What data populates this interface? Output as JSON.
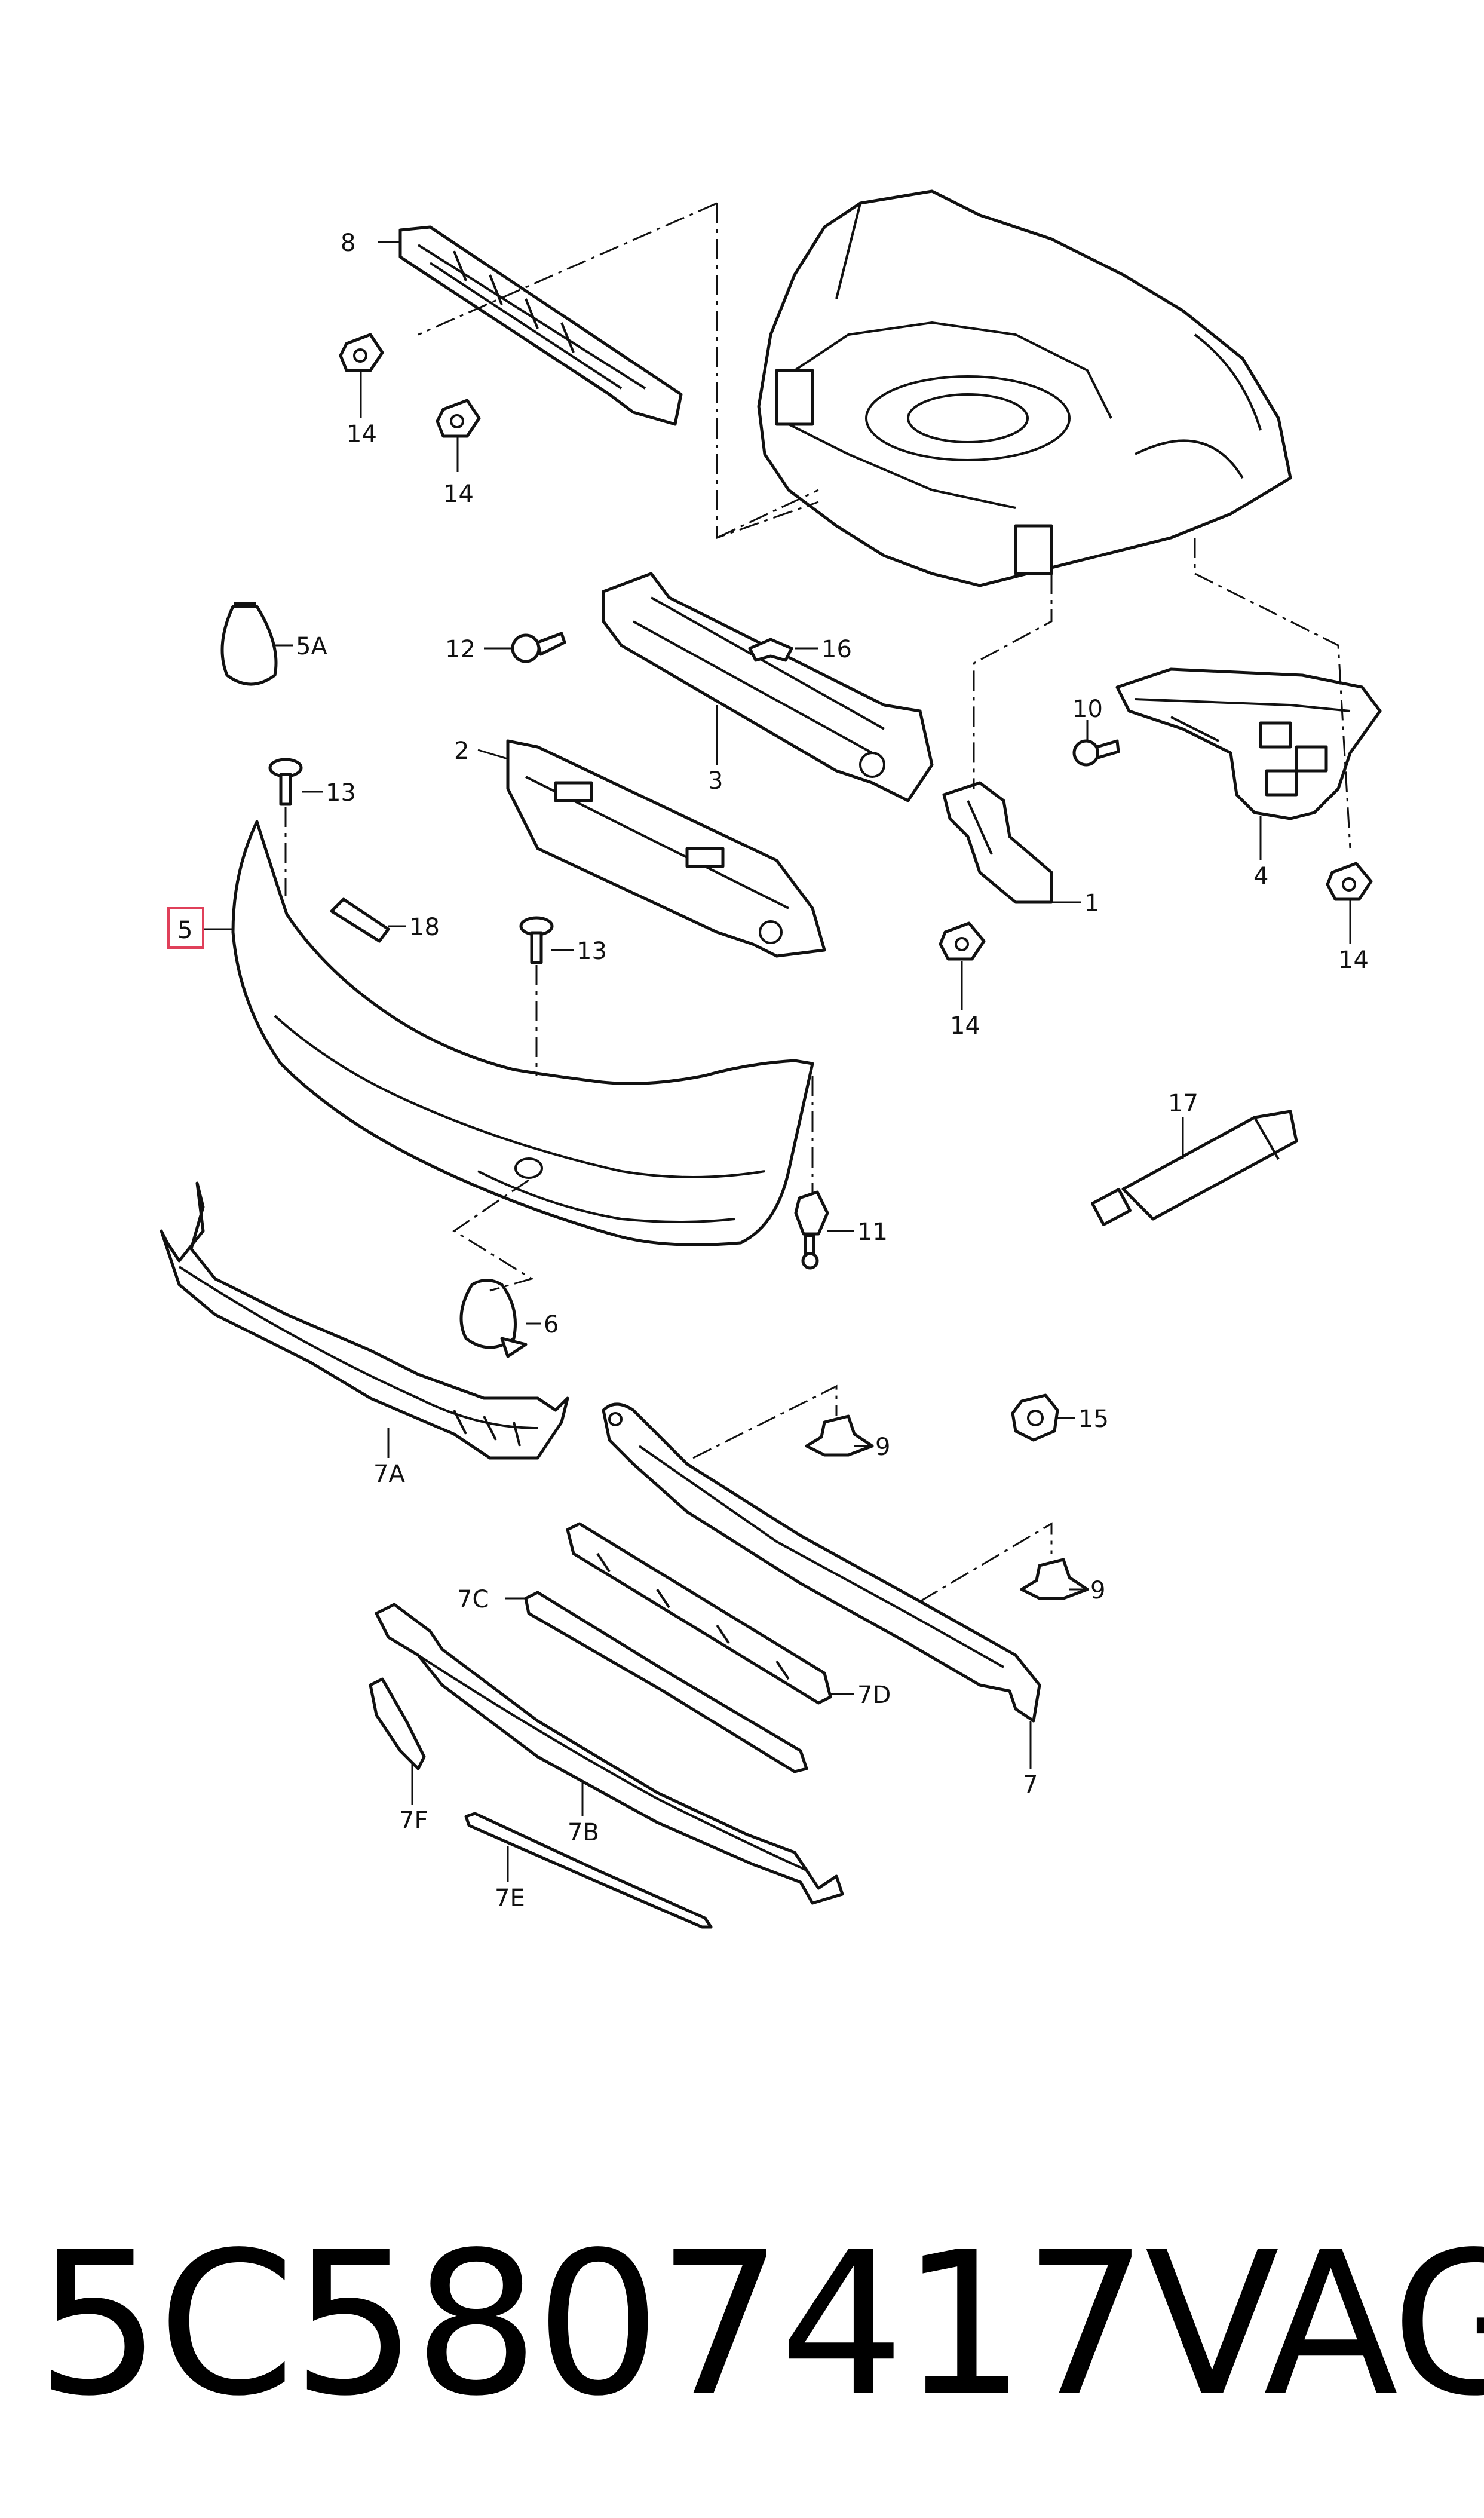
{
  "callouts": {
    "c1": "1",
    "c2": "2",
    "c3": "3",
    "c4": "4",
    "c5": "5",
    "c5a": "5A",
    "c6": "6",
    "c7": "7",
    "c7a": "7A",
    "c7b": "7B",
    "c7c": "7C",
    "c7d": "7D",
    "c7e": "7E",
    "c7f": "7F",
    "c8": "8",
    "c9a": "9",
    "c9b": "9",
    "c10": "10",
    "c11": "11",
    "c12": "12",
    "c13a": "13",
    "c13b": "13",
    "c14a": "14",
    "c14b": "14",
    "c14c": "14",
    "c14d": "14",
    "c15": "15",
    "c16": "16",
    "c17": "17",
    "c18": "18"
  },
  "highlight_color": "#e0405a",
  "footer": {
    "part_number": "5C5807417",
    "brand": "VAG"
  }
}
